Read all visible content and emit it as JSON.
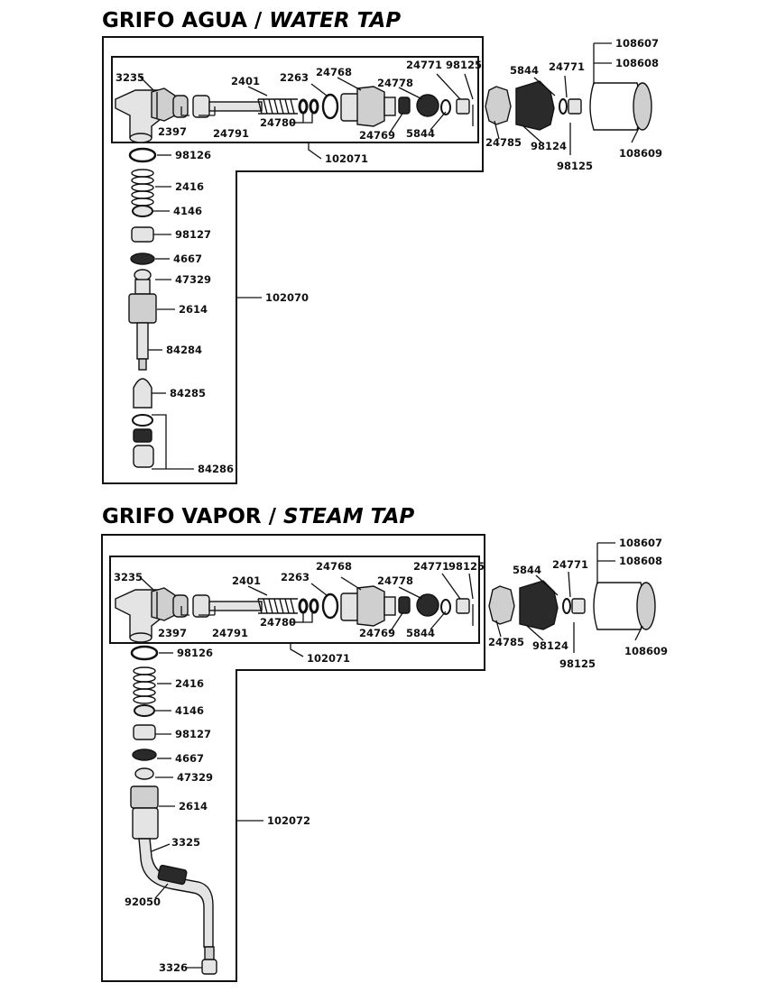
{
  "sections": [
    {
      "title_es": "GRIFO AGUA /",
      "title_en": "WATER TAP",
      "labels": {
        "l3235": "3235",
        "l2397": "2397",
        "l2401": "2401",
        "l24791": "24791",
        "l2263": "2263",
        "l24780": "24780",
        "l24768": "24768",
        "l24778": "24778",
        "l24769": "24769",
        "l24771a": "24771",
        "l5844a": "5844",
        "l98125a": "98125",
        "l24785": "24785",
        "l98124": "98124",
        "l5844b": "5844",
        "l24771b": "24771",
        "l98125b": "98125",
        "l108607": "108607",
        "l108608": "108608",
        "l108609": "108609",
        "l102071": "102071",
        "l98126": "98126",
        "l2416": "2416",
        "l4146": "4146",
        "l98127": "98127",
        "l4667": "4667",
        "l47329": "47329",
        "l2614": "2614",
        "l102070": "102070",
        "l84284": "84284",
        "l84285": "84285",
        "l84286": "84286"
      }
    },
    {
      "title_es": "GRIFO VAPOR /",
      "title_en": "STEAM TAP",
      "labels": {
        "l3235": "3235",
        "l2397": "2397",
        "l2401": "2401",
        "l24791": "24791",
        "l2263": "2263",
        "l24780": "24780",
        "l24768": "24768",
        "l24778": "24778",
        "l24769": "24769",
        "l24771a": "24771",
        "l5844a": "5844",
        "l98125a": "98125",
        "l24785": "24785",
        "l98124": "98124",
        "l5844b": "5844",
        "l24771b": "24771",
        "l98125b": "98125",
        "l108607": "108607",
        "l108608": "108608",
        "l108609": "108609",
        "l102071": "102071",
        "l98126": "98126",
        "l2416": "2416",
        "l4146": "4146",
        "l98127": "98127",
        "l4667": "4667",
        "l47329": "47329",
        "l2614": "2614",
        "l102072": "102072",
        "l3325": "3325",
        "l92050": "92050",
        "l3326": "3326"
      }
    }
  ]
}
